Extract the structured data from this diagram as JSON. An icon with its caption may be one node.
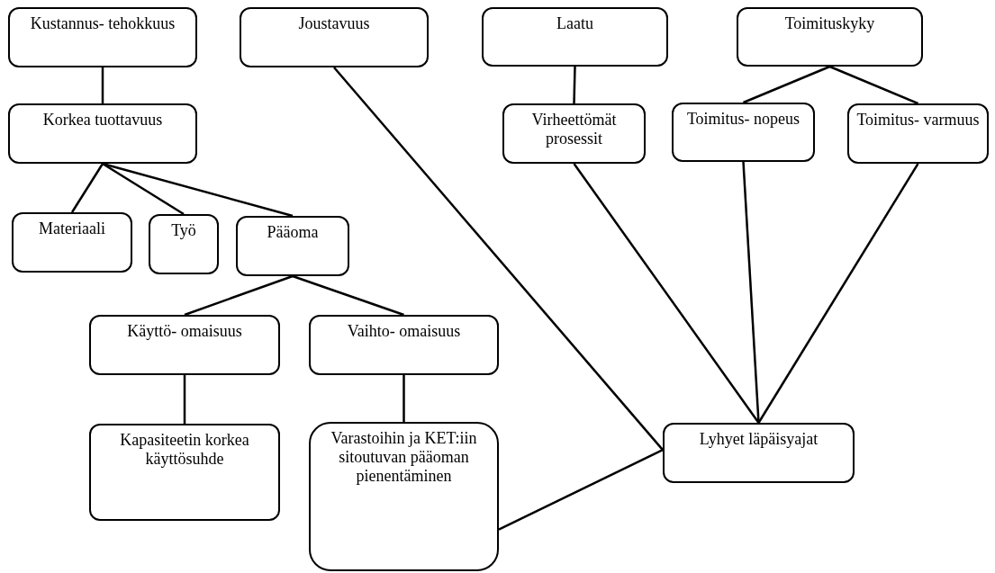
{
  "diagram": {
    "nodes": [
      {
        "text": [
          "Kustannus- tehokkuus"
        ]
      },
      {
        "text": [
          "Joustavuus"
        ]
      },
      {
        "text": [
          "Laatu"
        ]
      },
      {
        "text": [
          "Toimituskyky"
        ]
      },
      {
        "text": [
          "Korkea tuottavuus"
        ]
      },
      {
        "text": [
          "Virheettömät prosessit"
        ]
      },
      {
        "text": [
          "Toimitus- nopeus"
        ]
      },
      {
        "text": [
          "Toimitus- varmuus"
        ]
      },
      {
        "text": [
          "Materiaali"
        ]
      },
      {
        "text": [
          "Työ"
        ]
      },
      {
        "text": [
          "Pääoma"
        ]
      },
      {
        "text": [
          "Käyttö- omaisuus"
        ]
      },
      {
        "text": [
          "Vaihto- omaisuus"
        ]
      },
      {
        "text": [
          "Kapasiteetin korkea käyttösuhde"
        ]
      },
      {
        "text": [
          "Varastoihin ja KET:iin sitoutuvan pääoman pienentäminen"
        ]
      },
      {
        "text": [
          "Lyhyet läpäisyajat"
        ]
      }
    ],
    "edges": [
      {
        "from": 0,
        "to": 4,
        "arrow": "none"
      },
      {
        "from": 4,
        "to": 8,
        "arrow": "none"
      },
      {
        "from": 4,
        "to": 9,
        "arrow": "none"
      },
      {
        "from": 4,
        "to": 10,
        "arrow": "none"
      },
      {
        "from": 10,
        "to": 11,
        "arrow": "none"
      },
      {
        "from": 10,
        "to": 12,
        "arrow": "none"
      },
      {
        "from": 11,
        "to": 13,
        "arrow": "none"
      },
      {
        "from": 12,
        "to": 14,
        "arrow": "none"
      },
      {
        "from": 14,
        "to": 15,
        "arrow": "none"
      },
      {
        "from": 1,
        "to": 15,
        "arrow": "none"
      },
      {
        "from": 2,
        "to": 5,
        "arrow": "none"
      },
      {
        "from": 3,
        "to": 6,
        "arrow": "none"
      },
      {
        "from": 3,
        "to": 7,
        "arrow": "none"
      },
      {
        "from": 5,
        "to": 15,
        "arrow": "none"
      },
      {
        "from": 6,
        "to": 15,
        "arrow": "none"
      },
      {
        "from": 7,
        "to": 15,
        "arrow": "none"
      }
    ]
  }
}
